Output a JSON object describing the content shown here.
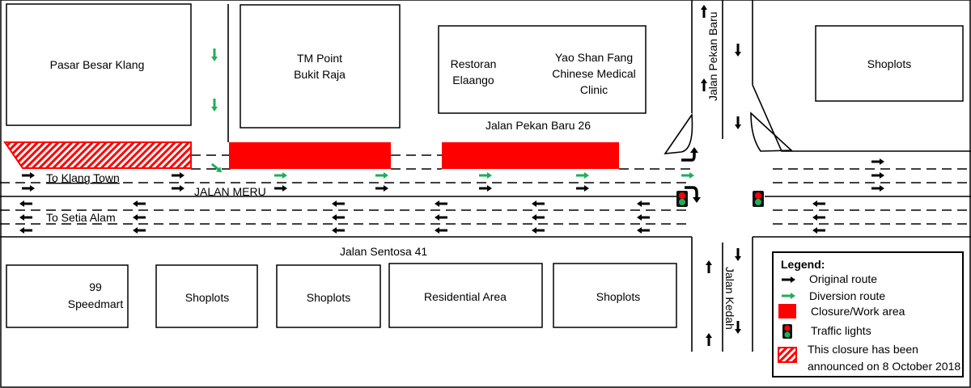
{
  "buildings": {
    "pasar": "Pasar Besar Klang",
    "tm_line1": "TM Point",
    "tm_line2": "Bukit Raja",
    "restoran_line1": "Restoran",
    "restoran_line2": "Elaango",
    "yao_line1": "Yao Shan Fang",
    "yao_line2": "Chinese Medical",
    "yao_line3": "Clinic",
    "shoplots_top_right": "Shoplots",
    "speedmart_line1": "99",
    "speedmart_line2": "Speedmart",
    "shoplots_1": "Shoplots",
    "shoplots_2": "Shoplots",
    "residential": "Residential Area",
    "shoplots_3": "Shoplots"
  },
  "roads": {
    "pekan_baru_26": "Jalan Pekan Baru 26",
    "jalan_meru": "JALAN MERU",
    "to_klang": "To Klang Town",
    "to_setia": "To Setia Alam",
    "sentosa_41": "Jalan Sentosa 41",
    "pekan_baru": "Jalan Pekan Baru",
    "kedah": "Jalan Kedah"
  },
  "legend": {
    "title": "Legend:",
    "original": "Original route",
    "diversion": "Diversion route",
    "closure": "Closure/Work area",
    "lights": "Traffic lights",
    "announced_line1": "This closure has been",
    "announced_line2": "announced on 8 October 2018"
  },
  "colors": {
    "closure": "#ff0000",
    "diversion": "#1fae5a",
    "original": "#000000"
  }
}
